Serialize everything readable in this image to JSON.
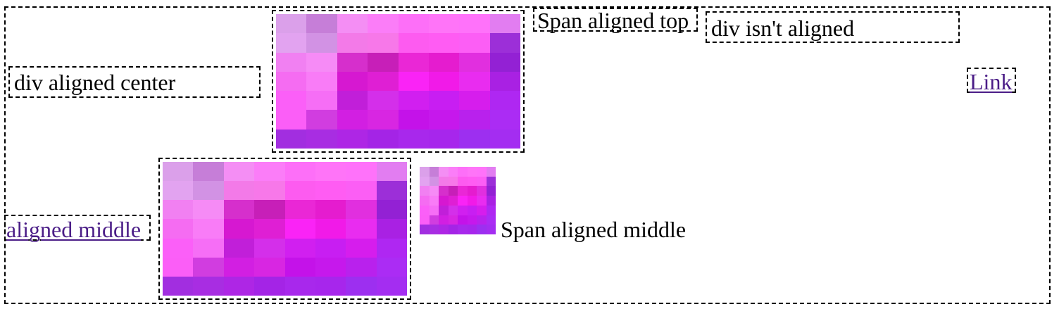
{
  "labels": {
    "span_top": "Span aligned top",
    "div_not_aligned": "div isn't aligned",
    "div_center": "div aligned center",
    "link_right": "Link",
    "link_middle": "aligned middle",
    "span_middle": "Span aligned middle"
  },
  "colors": {
    "link": "#4b1d87",
    "border": "#000000"
  },
  "image_palette": [
    [
      "#dba0ea",
      "#c67ed8",
      "#f48ef4",
      "#fb7df8",
      "#fd6ff8",
      "#ff74f8",
      "#ff72fa",
      "#e27df1"
    ],
    [
      "#e2a3f0",
      "#d292e4",
      "#f37ae8",
      "#f778e9",
      "#fd5bf0",
      "#ff5cf3",
      "#fc5ef5",
      "#9c2fd8"
    ],
    [
      "#f180f2",
      "#f68bf6",
      "#d62fcc",
      "#c71fb8",
      "#ea27d6",
      "#e51ccf",
      "#e12fdf",
      "#9321d4"
    ],
    [
      "#f56cf2",
      "#f97cf7",
      "#d618d1",
      "#df1fd4",
      "#fa23f6",
      "#f11ae8",
      "#e92cf0",
      "#a921e3"
    ],
    [
      "#fb5ff8",
      "#f66ef6",
      "#c11fd9",
      "#d42fea",
      "#d11ff0",
      "#c81ef2",
      "#d61ded",
      "#af27f2"
    ],
    [
      "#fb5ef7",
      "#d13de0",
      "#d21fe2",
      "#d826e2",
      "#c412e9",
      "#c618ec",
      "#b921ed",
      "#ab2cf4"
    ],
    [
      "#a22ee0",
      "#a82de2",
      "#ae26e5",
      "#a424e6",
      "#a828ec",
      "#a726ec",
      "#9d2ff0",
      "#a42df1"
    ]
  ]
}
